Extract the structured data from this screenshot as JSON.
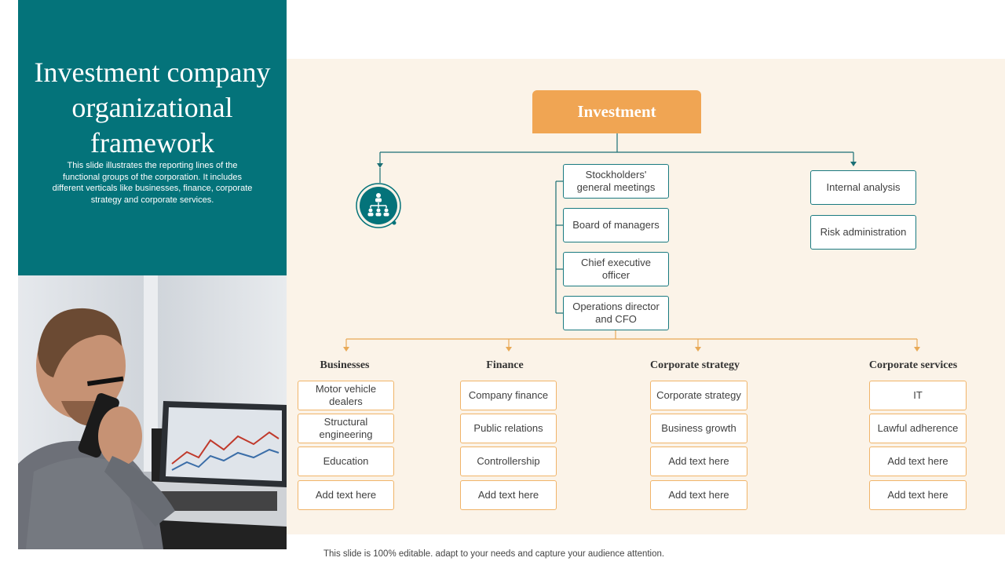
{
  "title": "Investment company organizational framework",
  "subtitle": "This slide illustrates the reporting lines of the functional groups of the corporation. It includes different verticals like businesses, finance, corporate strategy and corporate services.",
  "root": "Investment",
  "center_boxes": [
    "Stockholders' general meetings",
    "Board of managers",
    "Chief executive officer",
    "Operations director and CFO"
  ],
  "right_boxes": [
    "Internal analysis",
    "Risk administration"
  ],
  "columns": [
    {
      "heading": "Businesses",
      "items": [
        "Motor vehicle dealers",
        "Structural engineering",
        "Education",
        "Add text here"
      ]
    },
    {
      "heading": "Finance",
      "items": [
        "Company finance",
        "Public relations",
        "Controllership",
        "Add text here"
      ]
    },
    {
      "heading": "Corporate strategy",
      "items": [
        "Corporate strategy",
        "Business growth",
        "Add text here",
        "Add text here"
      ]
    },
    {
      "heading": "Corporate services",
      "items": [
        "IT",
        "Lawful adherence",
        "Add text here",
        "Add text here"
      ]
    }
  ],
  "footer": "This slide is 100% editable. adapt to your needs and capture your audience attention.",
  "icons": {
    "org": "org-chart-icon"
  },
  "colors": {
    "teal": "#04737a",
    "orange": "#f0a553",
    "background": "#fbf3e8"
  }
}
